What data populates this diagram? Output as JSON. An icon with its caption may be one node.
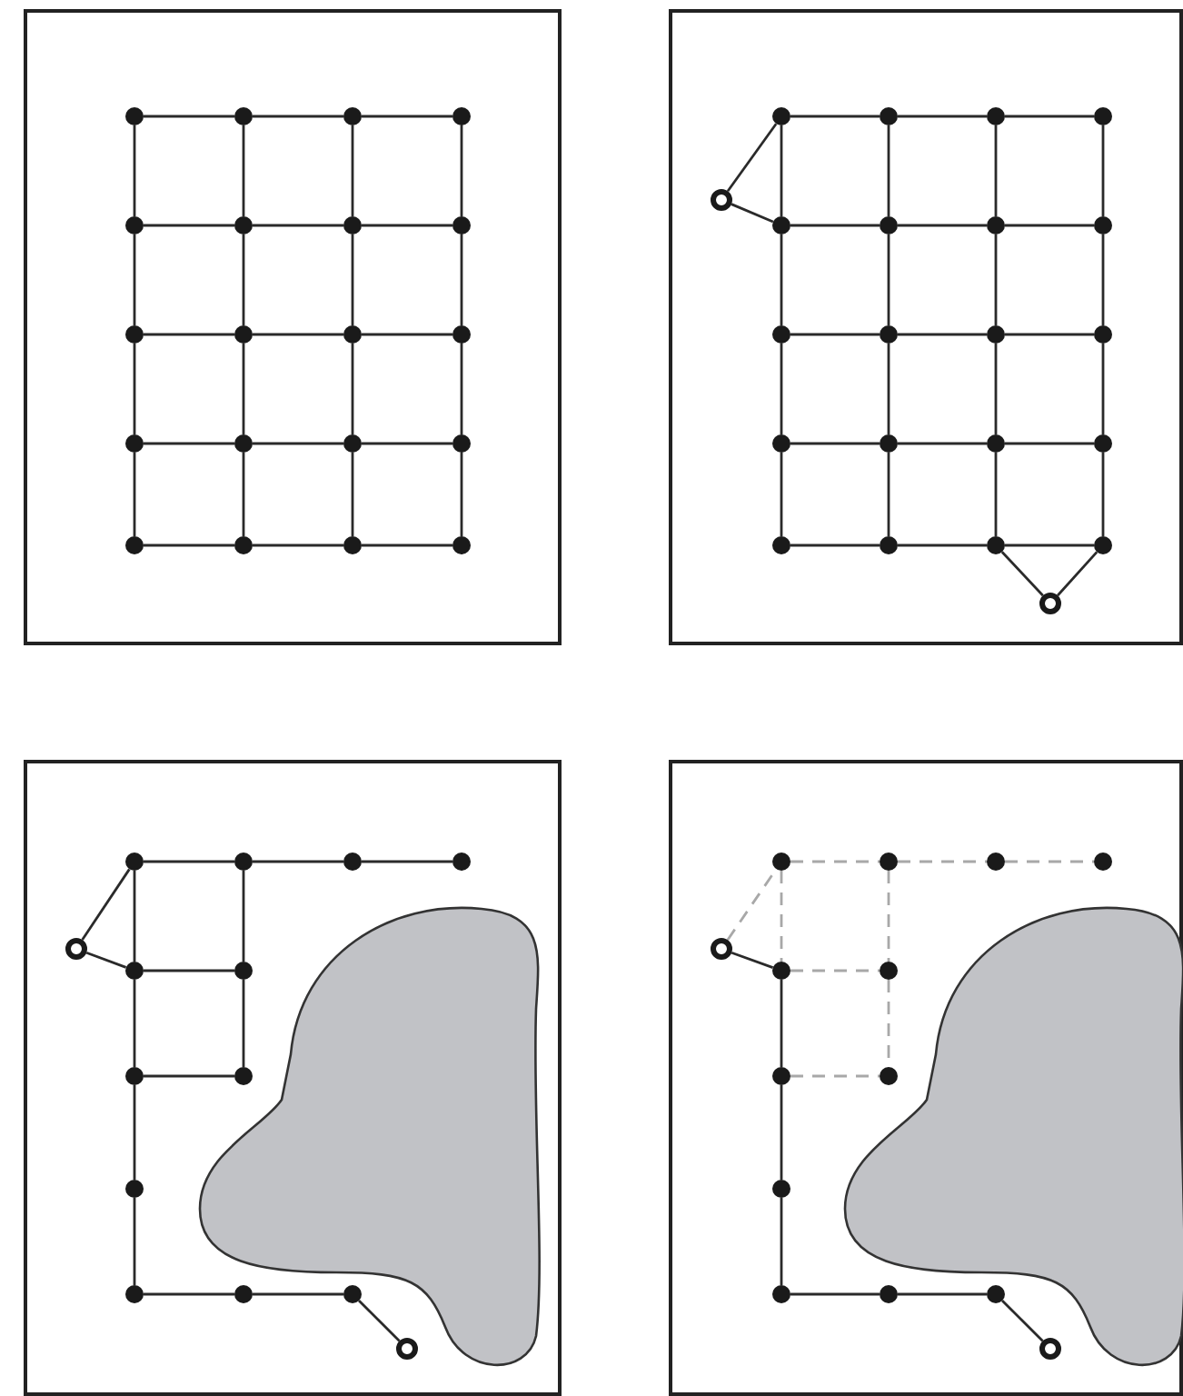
{
  "diagram": {
    "nodes": [
      {
        "text": [],
        "shape": "box"
      },
      {
        "text": [],
        "shape": "dot",
        "in": 0
      },
      {
        "text": [],
        "shape": "dot",
        "in": 0
      },
      {
        "text": [],
        "shape": "dot",
        "in": 0
      },
      {
        "text": [],
        "shape": "dot",
        "in": 0
      },
      {
        "text": [],
        "shape": "dot",
        "in": 0
      },
      {
        "text": [],
        "shape": "dot",
        "in": 0
      },
      {
        "text": [],
        "shape": "dot",
        "in": 0
      },
      {
        "text": [],
        "shape": "dot",
        "in": 0
      },
      {
        "text": [],
        "shape": "dot",
        "in": 0
      },
      {
        "text": [],
        "shape": "dot",
        "in": 0
      },
      {
        "text": [],
        "shape": "dot",
        "in": 0
      },
      {
        "text": [],
        "shape": "dot",
        "in": 0
      },
      {
        "text": [],
        "shape": "dot",
        "in": 0
      },
      {
        "text": [],
        "shape": "dot",
        "in": 0
      },
      {
        "text": [],
        "shape": "dot",
        "in": 0
      },
      {
        "text": [],
        "shape": "dot",
        "in": 0
      },
      {
        "text": [],
        "shape": "dot",
        "in": 0
      },
      {
        "text": [],
        "shape": "dot",
        "in": 0
      },
      {
        "text": [],
        "shape": "dot",
        "in": 0
      },
      {
        "text": [],
        "shape": "dot",
        "in": 0
      },
      {
        "text": [],
        "shape": "box"
      },
      {
        "text": [],
        "shape": "dot",
        "in": 21
      },
      {
        "text": [],
        "shape": "dot",
        "in": 21
      },
      {
        "text": [],
        "shape": "dot",
        "in": 21
      },
      {
        "text": [],
        "shape": "dot",
        "in": 21
      },
      {
        "text": [],
        "shape": "dot",
        "in": 21
      },
      {
        "text": [],
        "shape": "dot",
        "in": 21
      },
      {
        "text": [],
        "shape": "dot",
        "in": 21
      },
      {
        "text": [],
        "shape": "dot",
        "in": 21
      },
      {
        "text": [],
        "shape": "dot",
        "in": 21
      },
      {
        "text": [],
        "shape": "dot",
        "in": 21
      },
      {
        "text": [],
        "shape": "dot",
        "in": 21
      },
      {
        "text": [],
        "shape": "dot",
        "in": 21
      },
      {
        "text": [],
        "shape": "dot",
        "in": 21
      },
      {
        "text": [],
        "shape": "dot",
        "in": 21
      },
      {
        "text": [],
        "shape": "dot",
        "in": 21
      },
      {
        "text": [],
        "shape": "dot",
        "in": 21
      },
      {
        "text": [],
        "shape": "dot",
        "in": 21
      },
      {
        "text": [],
        "shape": "dot",
        "in": 21
      },
      {
        "text": [],
        "shape": "dot",
        "in": 21
      },
      {
        "text": [],
        "shape": "dot",
        "in": 21
      },
      {
        "text": [],
        "shape": "circle",
        "in": 21
      },
      {
        "text": [],
        "shape": "circle",
        "in": 21
      },
      {
        "text": [],
        "shape": "box"
      },
      {
        "text": [],
        "shape": "blob",
        "in": 44
      },
      {
        "text": [],
        "shape": "dot",
        "in": 44
      },
      {
        "text": [],
        "shape": "dot",
        "in": 44
      },
      {
        "text": [],
        "shape": "dot",
        "in": 44
      },
      {
        "text": [],
        "shape": "dot",
        "in": 44
      },
      {
        "text": [],
        "shape": "dot",
        "in": 44
      },
      {
        "text": [],
        "shape": "dot",
        "in": 44
      },
      {
        "text": [],
        "shape": "dot",
        "in": 44
      },
      {
        "text": [],
        "shape": "dot",
        "in": 44
      },
      {
        "text": [],
        "shape": "dot",
        "in": 44
      },
      {
        "text": [],
        "shape": "dot",
        "in": 44
      },
      {
        "text": [],
        "shape": "dot",
        "in": 44
      },
      {
        "text": [],
        "shape": "dot",
        "in": 44
      },
      {
        "text": [],
        "shape": "circle",
        "in": 44
      },
      {
        "text": [],
        "shape": "circle",
        "in": 44
      },
      {
        "text": [],
        "shape": "box"
      },
      {
        "text": [],
        "shape": "blob",
        "in": 60
      },
      {
        "text": [],
        "shape": "dot",
        "in": 60
      },
      {
        "text": [],
        "shape": "dot",
        "in": 60
      },
      {
        "text": [],
        "shape": "dot",
        "in": 60
      },
      {
        "text": [],
        "shape": "dot",
        "in": 60
      },
      {
        "text": [],
        "shape": "dot",
        "in": 60
      },
      {
        "text": [],
        "shape": "dot",
        "in": 60
      },
      {
        "text": [],
        "shape": "dot",
        "in": 60
      },
      {
        "text": [],
        "shape": "dot",
        "in": 60
      },
      {
        "text": [],
        "shape": "dot",
        "in": 60
      },
      {
        "text": [],
        "shape": "dot",
        "in": 60
      },
      {
        "text": [],
        "shape": "dot",
        "in": 60
      },
      {
        "text": [],
        "shape": "dot",
        "in": 60
      },
      {
        "text": [],
        "shape": "circle",
        "in": 60
      },
      {
        "text": [],
        "shape": "circle",
        "in": 60
      }
    ],
    "edges": [
      {
        "from": 1,
        "to": 2,
        "arrow": "none"
      },
      {
        "from": 2,
        "to": 3,
        "arrow": "none"
      },
      {
        "from": 3,
        "to": 4,
        "arrow": "none"
      },
      {
        "from": 5,
        "to": 6,
        "arrow": "none"
      },
      {
        "from": 6,
        "to": 7,
        "arrow": "none"
      },
      {
        "from": 7,
        "to": 8,
        "arrow": "none"
      },
      {
        "from": 9,
        "to": 10,
        "arrow": "none"
      },
      {
        "from": 10,
        "to": 11,
        "arrow": "none"
      },
      {
        "from": 11,
        "to": 12,
        "arrow": "none"
      },
      {
        "from": 13,
        "to": 14,
        "arrow": "none"
      },
      {
        "from": 14,
        "to": 15,
        "arrow": "none"
      },
      {
        "from": 15,
        "to": 16,
        "arrow": "none"
      },
      {
        "from": 17,
        "to": 18,
        "arrow": "none"
      },
      {
        "from": 18,
        "to": 19,
        "arrow": "none"
      },
      {
        "from": 19,
        "to": 20,
        "arrow": "none"
      },
      {
        "from": 1,
        "to": 5,
        "arrow": "none"
      },
      {
        "from": 5,
        "to": 9,
        "arrow": "none"
      },
      {
        "from": 9,
        "to": 13,
        "arrow": "none"
      },
      {
        "from": 13,
        "to": 17,
        "arrow": "none"
      },
      {
        "from": 2,
        "to": 6,
        "arrow": "none"
      },
      {
        "from": 6,
        "to": 10,
        "arrow": "none"
      },
      {
        "from": 10,
        "to": 14,
        "arrow": "none"
      },
      {
        "from": 14,
        "to": 18,
        "arrow": "none"
      },
      {
        "from": 3,
        "to": 7,
        "arrow": "none"
      },
      {
        "from": 7,
        "to": 11,
        "arrow": "none"
      },
      {
        "from": 11,
        "to": 15,
        "arrow": "none"
      },
      {
        "from": 15,
        "to": 19,
        "arrow": "none"
      },
      {
        "from": 4,
        "to": 8,
        "arrow": "none"
      },
      {
        "from": 8,
        "to": 12,
        "arrow": "none"
      },
      {
        "from": 12,
        "to": 16,
        "arrow": "none"
      },
      {
        "from": 16,
        "to": 20,
        "arrow": "none"
      },
      {
        "from": 22,
        "to": 23,
        "arrow": "none"
      },
      {
        "from": 23,
        "to": 24,
        "arrow": "none"
      },
      {
        "from": 24,
        "to": 25,
        "arrow": "none"
      },
      {
        "from": 26,
        "to": 27,
        "arrow": "none"
      },
      {
        "from": 27,
        "to": 28,
        "arrow": "none"
      },
      {
        "from": 28,
        "to": 29,
        "arrow": "none"
      },
      {
        "from": 30,
        "to": 31,
        "arrow": "none"
      },
      {
        "from": 31,
        "to": 32,
        "arrow": "none"
      },
      {
        "from": 32,
        "to": 33,
        "arrow": "none"
      },
      {
        "from": 34,
        "to": 35,
        "arrow": "none"
      },
      {
        "from": 35,
        "to": 36,
        "arrow": "none"
      },
      {
        "from": 36,
        "to": 37,
        "arrow": "none"
      },
      {
        "from": 38,
        "to": 39,
        "arrow": "none"
      },
      {
        "from": 39,
        "to": 40,
        "arrow": "none"
      },
      {
        "from": 40,
        "to": 41,
        "arrow": "none"
      },
      {
        "from": 22,
        "to": 26,
        "arrow": "none"
      },
      {
        "from": 26,
        "to": 30,
        "arrow": "none"
      },
      {
        "from": 30,
        "to": 34,
        "arrow": "none"
      },
      {
        "from": 34,
        "to": 38,
        "arrow": "none"
      },
      {
        "from": 23,
        "to": 27,
        "arrow": "none"
      },
      {
        "from": 27,
        "to": 31,
        "arrow": "none"
      },
      {
        "from": 31,
        "to": 35,
        "arrow": "none"
      },
      {
        "from": 35,
        "to": 39,
        "arrow": "none"
      },
      {
        "from": 24,
        "to": 28,
        "arrow": "none"
      },
      {
        "from": 28,
        "to": 32,
        "arrow": "none"
      },
      {
        "from": 32,
        "to": 36,
        "arrow": "none"
      },
      {
        "from": 36,
        "to": 40,
        "arrow": "none"
      },
      {
        "from": 25,
        "to": 29,
        "arrow": "none"
      },
      {
        "from": 29,
        "to": 33,
        "arrow": "none"
      },
      {
        "from": 33,
        "to": 37,
        "arrow": "none"
      },
      {
        "from": 37,
        "to": 41,
        "arrow": "none"
      },
      {
        "from": 42,
        "to": 22,
        "arrow": "none"
      },
      {
        "from": 42,
        "to": 26,
        "arrow": "none"
      },
      {
        "from": 40,
        "to": 43,
        "arrow": "none"
      },
      {
        "from": 43,
        "to": 41,
        "arrow": "none"
      },
      {
        "from": 46,
        "to": 47,
        "arrow": "none"
      },
      {
        "from": 47,
        "to": 48,
        "arrow": "none"
      },
      {
        "from": 48,
        "to": 49,
        "arrow": "none"
      },
      {
        "from": 46,
        "to": 50,
        "arrow": "none"
      },
      {
        "from": 50,
        "to": 52,
        "arrow": "none"
      },
      {
        "from": 52,
        "to": 54,
        "arrow": "none"
      },
      {
        "from": 54,
        "to": 55,
        "arrow": "none"
      },
      {
        "from": 47,
        "to": 51,
        "arrow": "none"
      },
      {
        "from": 51,
        "to": 53,
        "arrow": "none"
      },
      {
        "from": 50,
        "to": 51,
        "arrow": "none"
      },
      {
        "from": 52,
        "to": 53,
        "arrow": "none"
      },
      {
        "from": 55,
        "to": 56,
        "arrow": "none"
      },
      {
        "from": 56,
        "to": 57,
        "arrow": "none"
      },
      {
        "from": 58,
        "to": 46,
        "arrow": "none"
      },
      {
        "from": 58,
        "to": 50,
        "arrow": "none"
      },
      {
        "from": 57,
        "to": 59,
        "arrow": "none"
      },
      {
        "from": 62,
        "to": 63,
        "arrow": "none",
        "style": "dashed",
        "color": "#a8a8a8"
      },
      {
        "from": 63,
        "to": 64,
        "arrow": "none",
        "style": "dashed",
        "color": "#a8a8a8"
      },
      {
        "from": 64,
        "to": 65,
        "arrow": "none",
        "style": "dashed",
        "color": "#a8a8a8"
      },
      {
        "from": 62,
        "to": 66,
        "arrow": "none",
        "style": "dashed",
        "color": "#a8a8a8"
      },
      {
        "from": 66,
        "to": 68,
        "arrow": "none"
      },
      {
        "from": 68,
        "to": 70,
        "arrow": "none"
      },
      {
        "from": 70,
        "to": 71,
        "arrow": "none"
      },
      {
        "from": 63,
        "to": 67,
        "arrow": "none",
        "style": "dashed",
        "color": "#a8a8a8"
      },
      {
        "from": 67,
        "to": 69,
        "arrow": "none",
        "style": "dashed",
        "color": "#a8a8a8"
      },
      {
        "from": 66,
        "to": 67,
        "arrow": "none",
        "style": "dashed",
        "color": "#a8a8a8"
      },
      {
        "from": 68,
        "to": 69,
        "arrow": "none",
        "style": "dashed",
        "color": "#a8a8a8"
      },
      {
        "from": 71,
        "to": 72,
        "arrow": "none"
      },
      {
        "from": 72,
        "to": 73,
        "arrow": "none"
      },
      {
        "from": 74,
        "to": 62,
        "arrow": "none",
        "style": "dashed",
        "color": "#a8a8a8"
      },
      {
        "from": 74,
        "to": 66,
        "arrow": "none"
      },
      {
        "from": 73,
        "to": 75,
        "arrow": "none"
      }
    ]
  }
}
